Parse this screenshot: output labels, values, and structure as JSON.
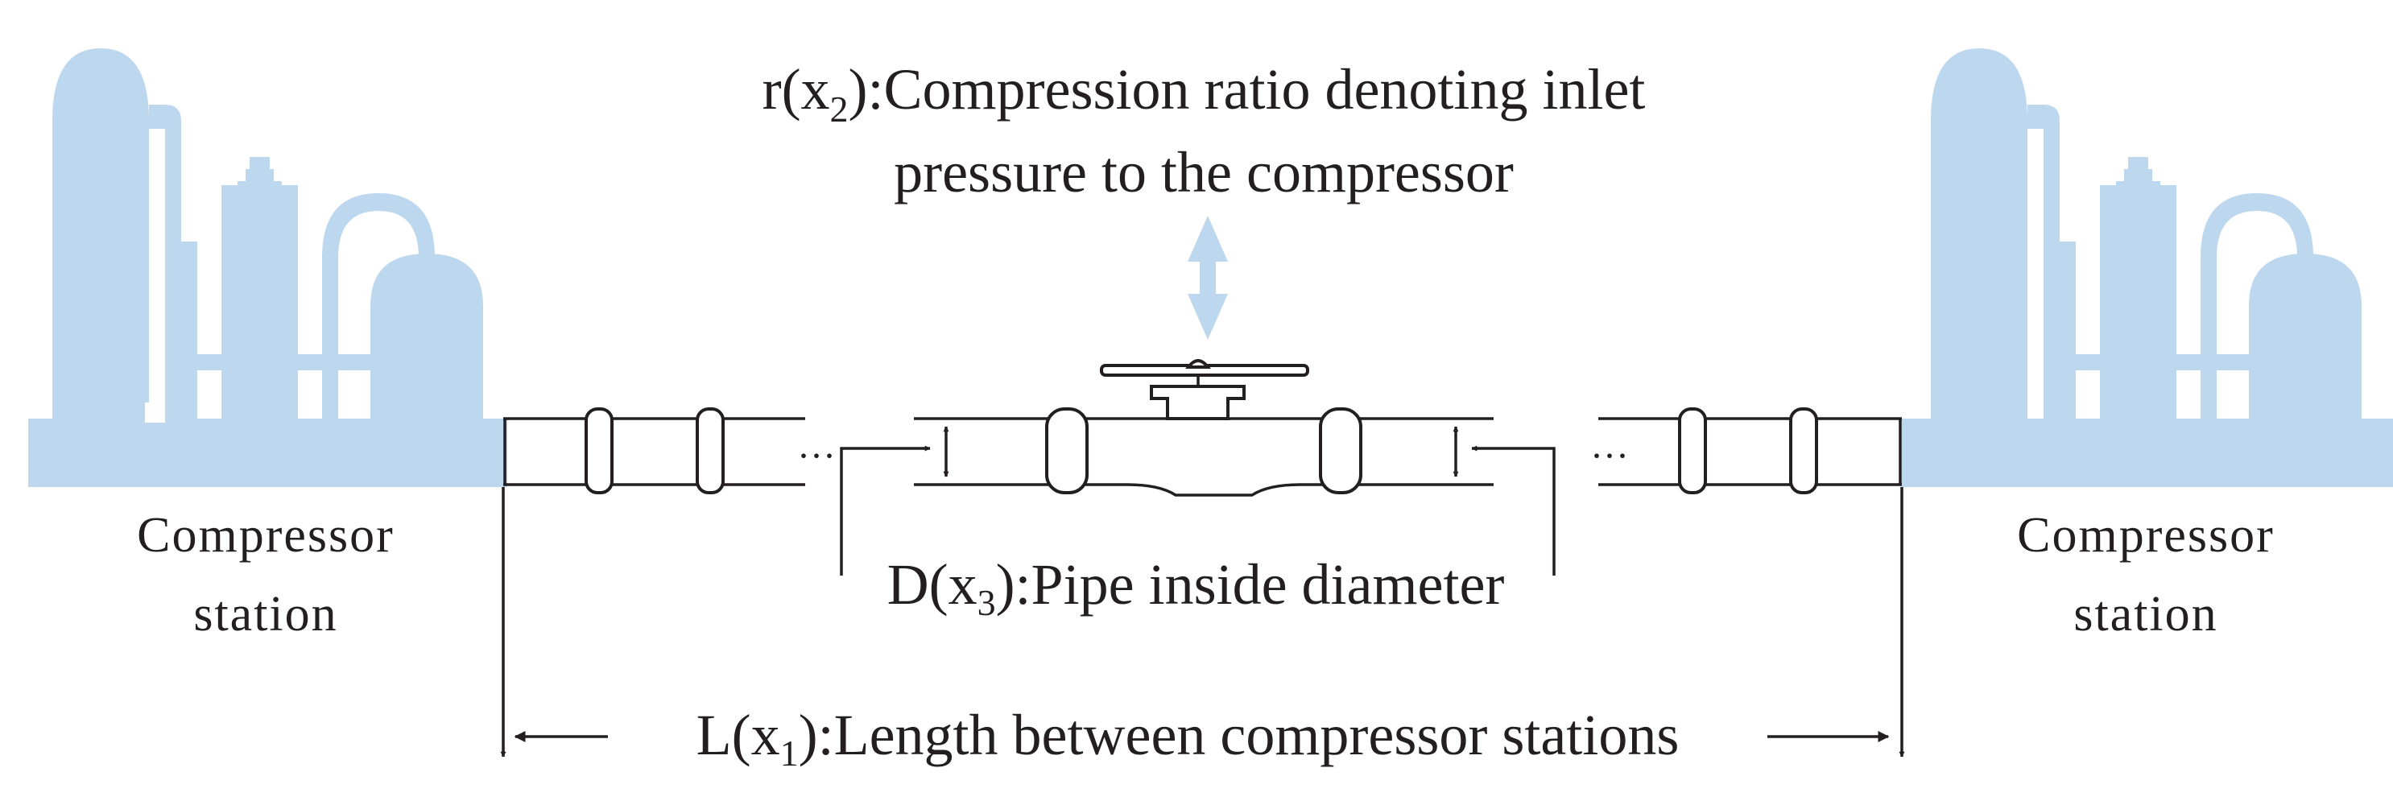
{
  "colors": {
    "facility": "#bdd7ee",
    "arrow": "#bdd7ee",
    "ink": "#231f20"
  },
  "left_station": {
    "line1": "Compressor",
    "line2": "station"
  },
  "right_station": {
    "line1": "Compressor",
    "line2": "station"
  },
  "compression_label": {
    "line1_prefix": "r(x",
    "line1_sub": "2",
    "line1_rest": "):Compression ratio denoting inlet",
    "line2": "pressure to the compressor"
  },
  "diameter_label": {
    "prefix": "D(x",
    "sub": "3",
    "rest": "):Pipe inside diameter"
  },
  "length_label": {
    "prefix": "L(x",
    "sub": "1",
    "rest": "):Length between compressor stations"
  },
  "ellipsis": "···"
}
